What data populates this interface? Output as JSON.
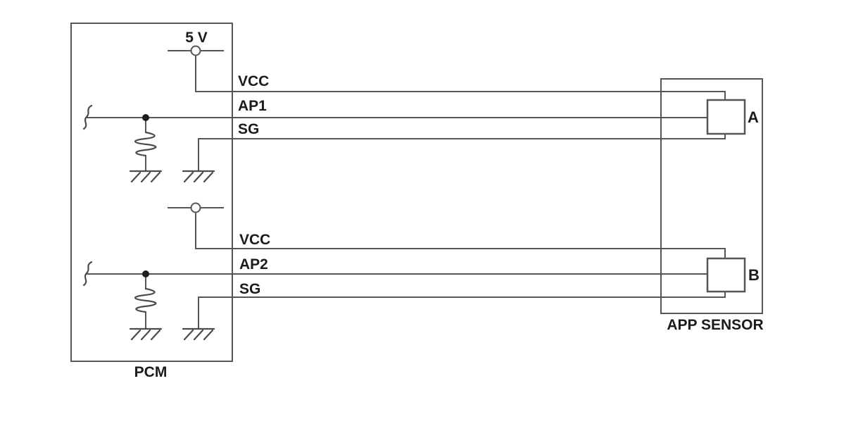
{
  "colors": {
    "line": "#5a5551",
    "text": "#1b1b1b",
    "background": "#ffffff"
  },
  "pcm": {
    "label": "PCM",
    "supply_voltage": "5 V"
  },
  "app_sensor": {
    "label": "APP SENSOR",
    "elements": [
      {
        "label": "A"
      },
      {
        "label": "B"
      }
    ]
  },
  "circuits": [
    {
      "vcc_label": "VCC",
      "signal_label": "AP1",
      "ground_label": "SG"
    },
    {
      "vcc_label": "VCC",
      "signal_label": "AP2",
      "ground_label": "SG"
    }
  ]
}
